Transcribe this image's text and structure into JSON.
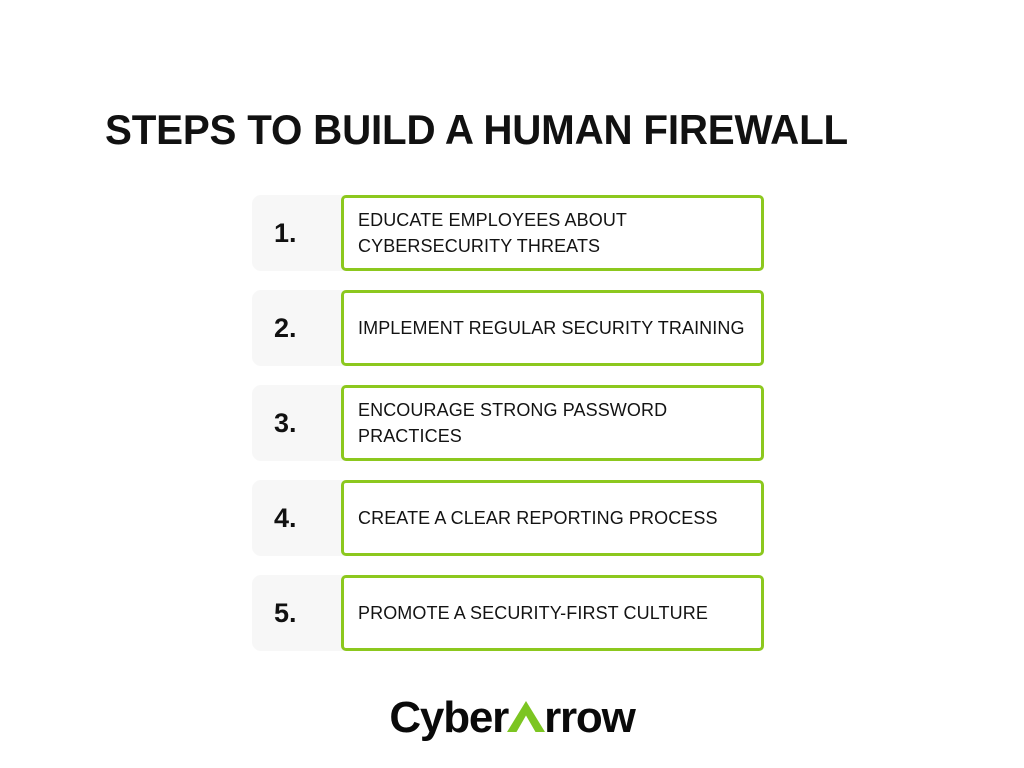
{
  "page": {
    "background": "#ffffff",
    "title": "STEPS TO BUILD A HUMAN FIREWALL"
  },
  "colors": {
    "accent_green": "#8cc81e",
    "logo_green": "#7cc522",
    "panel_gray": "#f7f7f7",
    "text_dark": "#131313"
  },
  "steps": [
    {
      "number": "1.",
      "text": "EDUCATE EMPLOYEES ABOUT CYBERSECURITY THREATS"
    },
    {
      "number": "2.",
      "text": "IMPLEMENT REGULAR SECURITY TRAINING"
    },
    {
      "number": "3.",
      "text": "ENCOURAGE STRONG PASSWORD PRACTICES"
    },
    {
      "number": "4.",
      "text": "CREATE A CLEAR REPORTING PROCESS"
    },
    {
      "number": "5.",
      "text": "PROMOTE A SECURITY-FIRST CULTURE"
    }
  ],
  "logo": {
    "full_text": "CyberArrow",
    "part_one": "Cyber",
    "arrow_letter": "A",
    "part_two": "rrow",
    "icon": "green-arrow-a-icon"
  }
}
